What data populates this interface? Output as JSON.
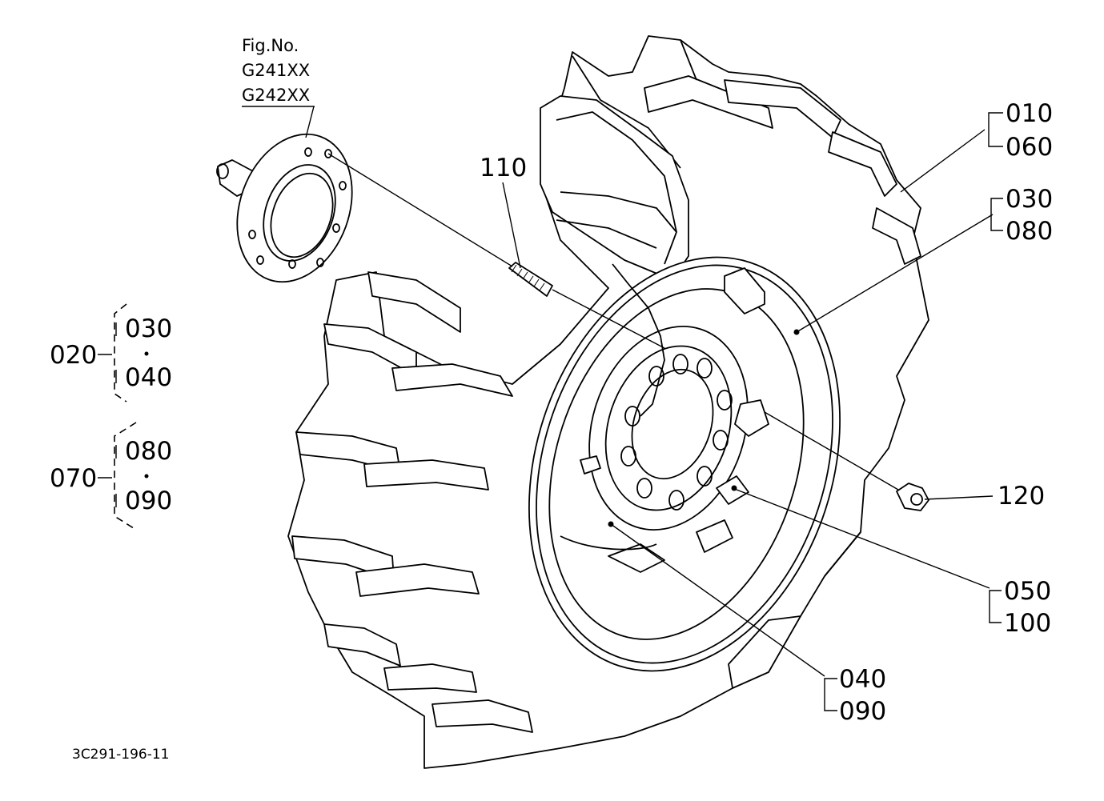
{
  "figure": {
    "fig_no_label": "Fig.No.",
    "fig_codes": [
      "G241XX",
      "G242XX"
    ],
    "drawing_code": "3C291-196-11"
  },
  "callouts": {
    "c010": "010",
    "c060": "060",
    "c030": "030",
    "c080": "080",
    "c110": "110",
    "c120": "120",
    "c050": "050",
    "c100": "100",
    "c040": "040",
    "c090": "090"
  },
  "groups": {
    "g020": {
      "label": "020",
      "members": [
        "030",
        "040"
      ]
    },
    "g070": {
      "label": "070",
      "members": [
        "080",
        "090"
      ]
    }
  },
  "colors": {
    "ink": "#000000",
    "paper": "#ffffff"
  }
}
